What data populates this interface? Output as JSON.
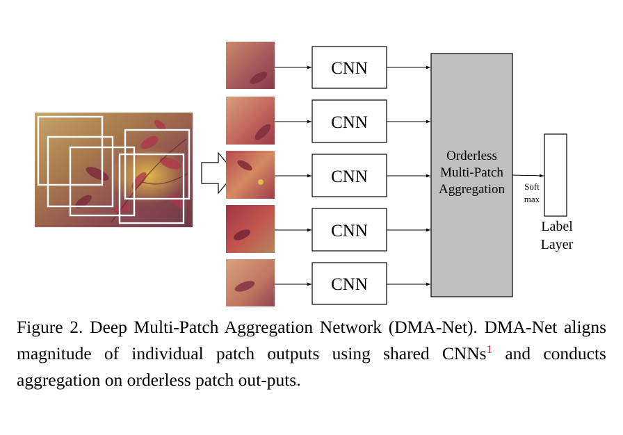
{
  "figure": {
    "cnn_labels": [
      "CNN",
      "CNN",
      "CNN",
      "CNN",
      "CNN"
    ],
    "aggregation_lines": [
      "Orderless",
      "Multi-Patch",
      "Aggregation"
    ],
    "softmax_lines": [
      "Soft",
      "max"
    ],
    "label_layer_lines": [
      "Label",
      "Layer"
    ],
    "colors": {
      "aggregation_fill": "#bfbfbf",
      "patch_box": "#ffffff",
      "line": "#000000",
      "footnote_ref": "#d8232a"
    }
  },
  "caption": {
    "part1": "Figure 2. Deep Multi-Patch Aggregation Network (DMA-Net). DMA-Net aligns magnitude of individual patch outputs using shared CNNs",
    "footnote_marker": "1",
    "part2": " and conducts aggregation on orderless patch out-puts."
  }
}
